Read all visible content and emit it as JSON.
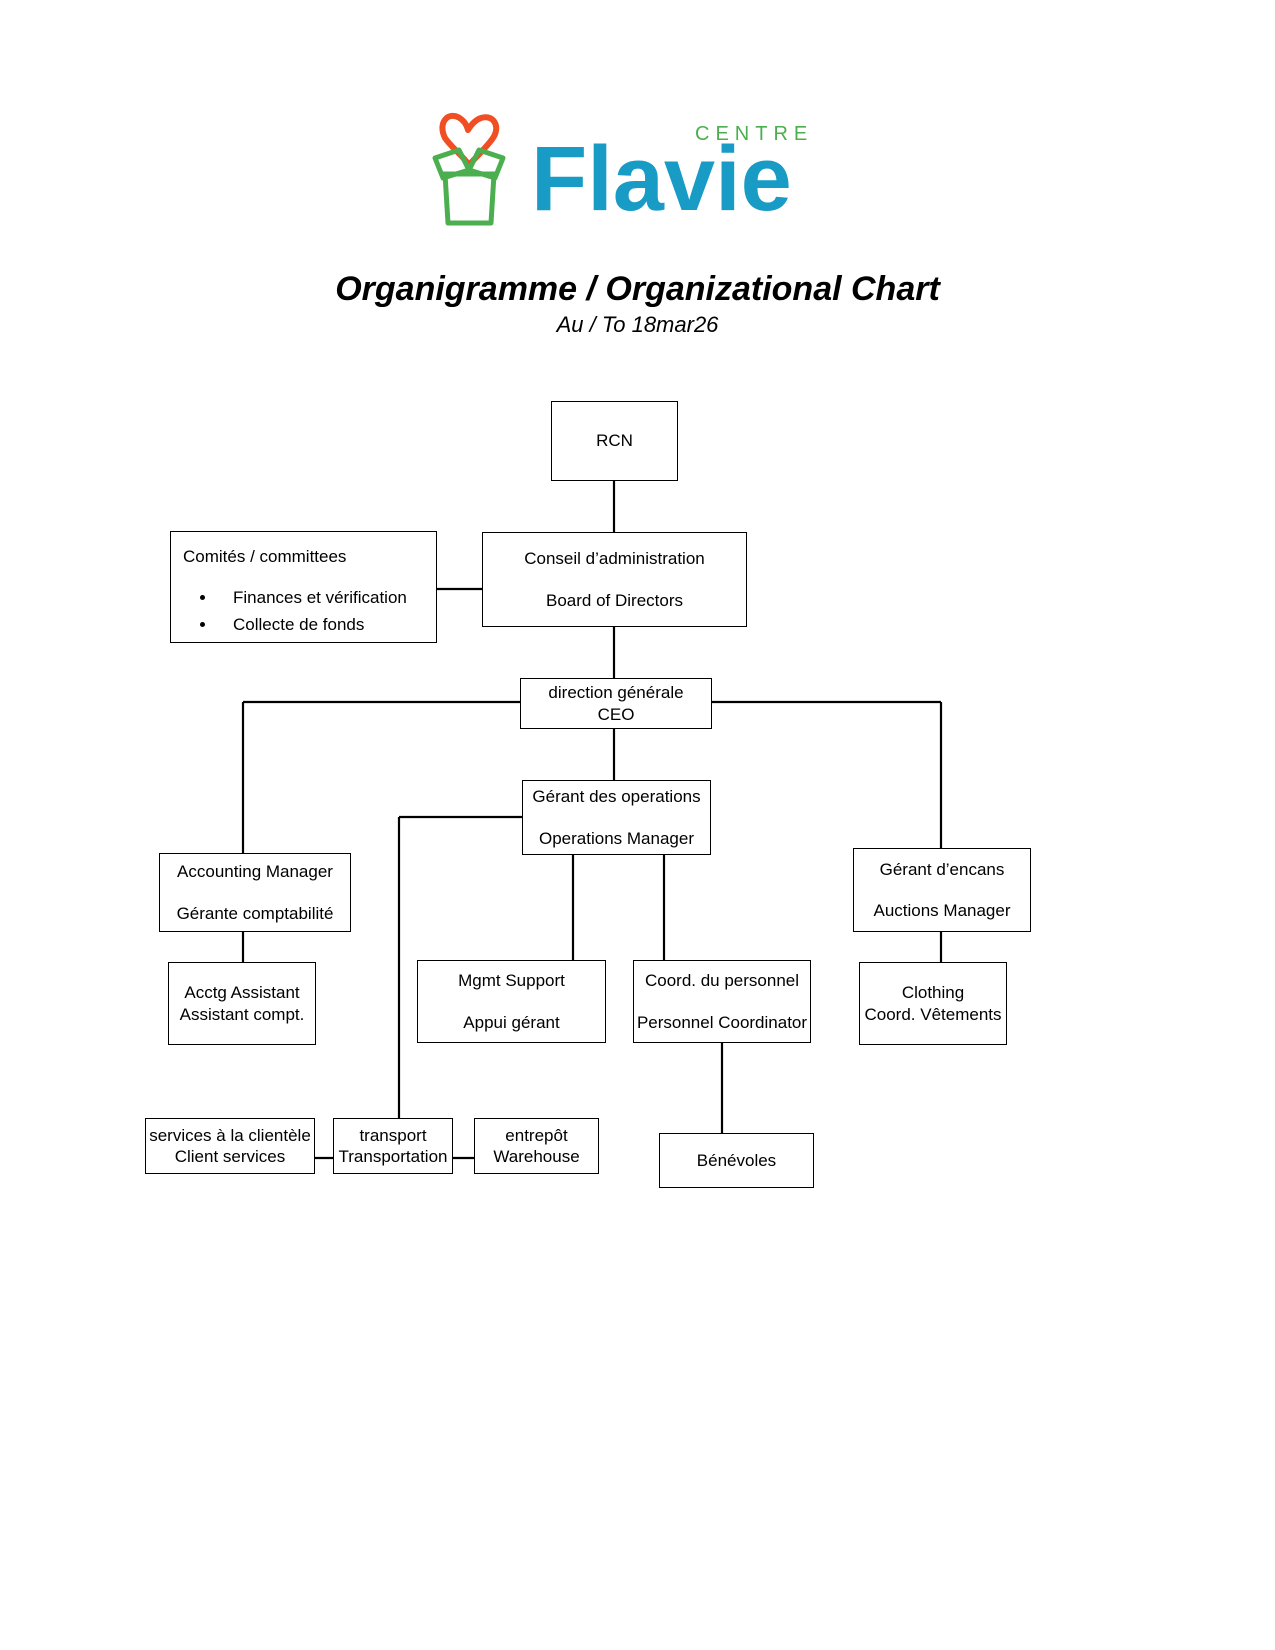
{
  "brand": {
    "logo_word": "Flavie",
    "logo_kicker": "CENTRE",
    "colors": {
      "teal": "#189BC4",
      "green": "#4CAF4F",
      "orange": "#F04E23"
    }
  },
  "header": {
    "title": "Organigramme / Organizational Chart",
    "subtitle": "Au / To 18mar26"
  },
  "chart_data": {
    "type": "diagram",
    "title": "Organigramme / Organizational Chart",
    "subtitle": "Au / To 18mar26",
    "nodes": [
      {
        "id": "rcn",
        "lines": [
          "RCN"
        ]
      },
      {
        "id": "board",
        "lines": [
          "Conseil d’administration",
          "Board of Directors"
        ]
      },
      {
        "id": "committees",
        "lines": [
          "Comités / committees"
        ],
        "bullets": [
          "Finances et vérification",
          "Collecte de fonds"
        ]
      },
      {
        "id": "ceo",
        "lines": [
          "direction générale",
          "CEO"
        ]
      },
      {
        "id": "ops",
        "lines": [
          "Gérant des operations",
          "Operations Manager"
        ]
      },
      {
        "id": "accounting",
        "lines": [
          "Accounting Manager",
          "Gérante comptabilité"
        ]
      },
      {
        "id": "acctg_asst",
        "lines": [
          "Acctg Assistant",
          "Assistant compt."
        ]
      },
      {
        "id": "mgmt_support",
        "lines": [
          "Mgmt Support",
          "Appui gérant"
        ]
      },
      {
        "id": "personnel",
        "lines": [
          "Coord. du personnel",
          "Personnel Coordinator"
        ]
      },
      {
        "id": "auctions",
        "lines": [
          "Gérant d’encans",
          "Auctions Manager"
        ]
      },
      {
        "id": "clothing",
        "lines": [
          "Clothing",
          "Coord. Vêtements"
        ]
      },
      {
        "id": "client",
        "lines": [
          "services à la clientèle",
          "Client services"
        ]
      },
      {
        "id": "transport",
        "lines": [
          "transport",
          "Transportation"
        ]
      },
      {
        "id": "warehouse",
        "lines": [
          "entrepôt",
          "Warehouse"
        ]
      },
      {
        "id": "volunteers",
        "lines": [
          "Bénévoles"
        ]
      }
    ],
    "edges": [
      {
        "from": "rcn",
        "to": "board"
      },
      {
        "from": "committees",
        "to": "board"
      },
      {
        "from": "board",
        "to": "ceo"
      },
      {
        "from": "ceo",
        "to": "ops"
      },
      {
        "from": "ceo",
        "to": "accounting"
      },
      {
        "from": "ceo",
        "to": "auctions"
      },
      {
        "from": "accounting",
        "to": "acctg_asst"
      },
      {
        "from": "ops",
        "to": "mgmt_support"
      },
      {
        "from": "ops",
        "to": "personnel"
      },
      {
        "from": "ops",
        "to": "client"
      },
      {
        "from": "ops",
        "to": "transport"
      },
      {
        "from": "ops",
        "to": "warehouse"
      },
      {
        "from": "personnel",
        "to": "volunteers"
      },
      {
        "from": "auctions",
        "to": "clothing"
      }
    ]
  },
  "nodes": {
    "rcn": {
      "l1": "RCN"
    },
    "board": {
      "l1": "Conseil d’administration",
      "l2": "Board of Directors"
    },
    "committees": {
      "title": "Comités / committees",
      "b1": "Finances et vérification",
      "b2": "Collecte de fonds"
    },
    "ceo": {
      "l1": "direction générale",
      "l2": "CEO"
    },
    "ops": {
      "l1": "Gérant des operations",
      "l2": "Operations Manager"
    },
    "accounting": {
      "l1": "Accounting Manager",
      "l2": "Gérante comptabilité"
    },
    "acctg_asst": {
      "l1": "Acctg Assistant",
      "l2": "Assistant compt."
    },
    "mgmt_support": {
      "l1": "Mgmt Support",
      "l2": "Appui gérant"
    },
    "personnel": {
      "l1": "Coord. du personnel",
      "l2": "Personnel Coordinator"
    },
    "auctions": {
      "l1": "Gérant d’encans",
      "l2": "Auctions Manager"
    },
    "clothing": {
      "l1": "Clothing",
      "l2": "Coord. Vêtements"
    },
    "client": {
      "l1": "services à la clientèle",
      "l2": "Client services"
    },
    "transport": {
      "l1": "transport",
      "l2": "Transportation"
    },
    "warehouse": {
      "l1": "entrepôt",
      "l2": "Warehouse"
    },
    "volunteers": {
      "l1": "Bénévoles"
    }
  }
}
